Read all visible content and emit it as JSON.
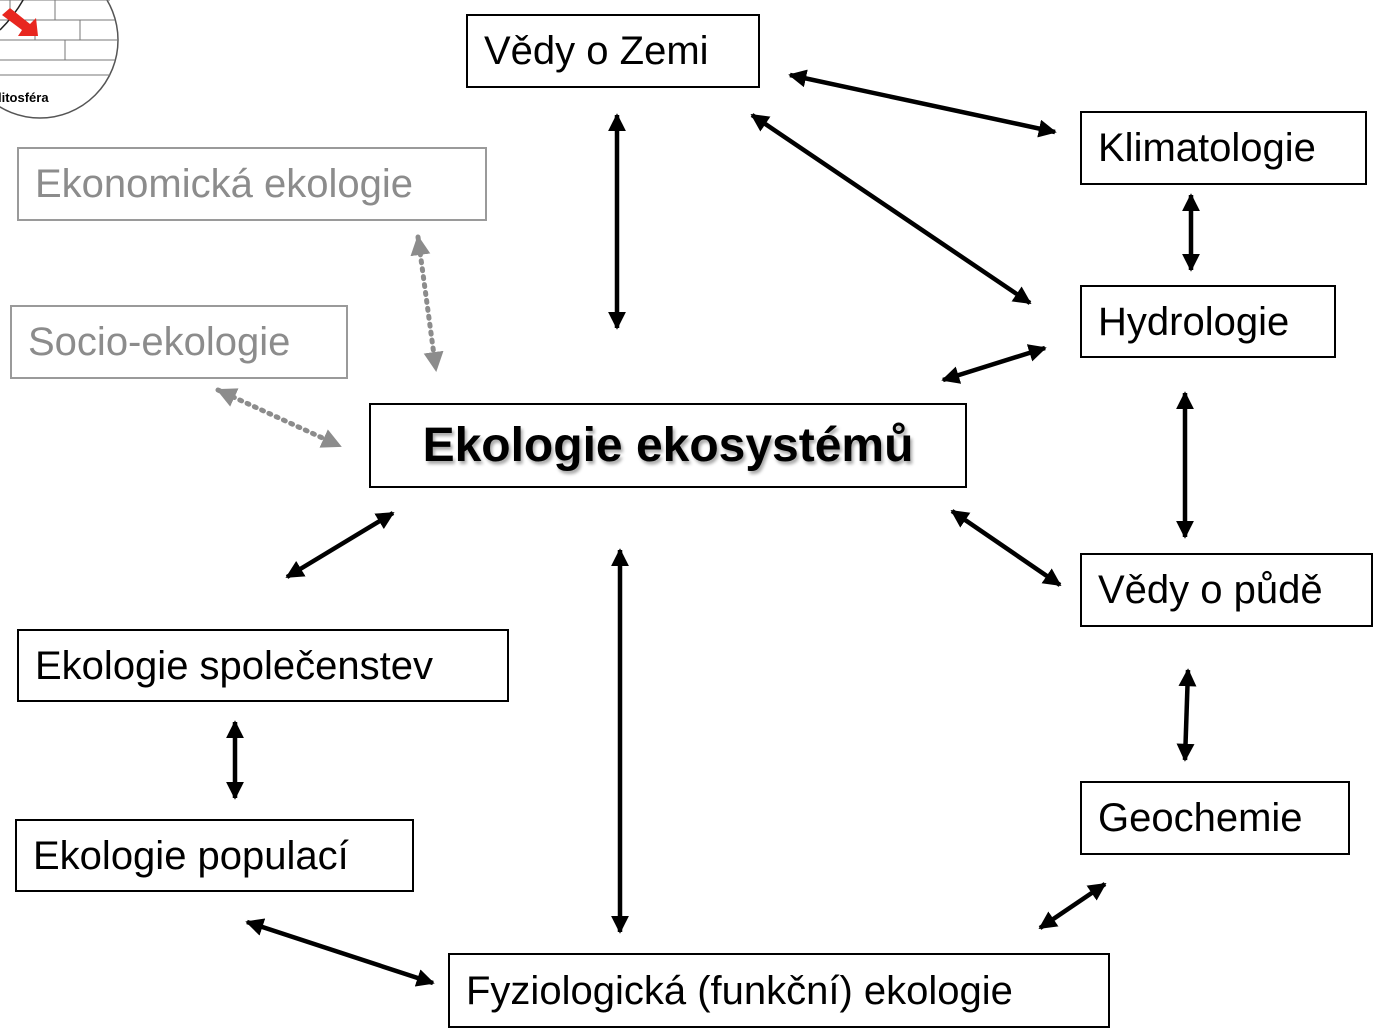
{
  "logo": {
    "label": "litosféra",
    "accent": "#e8261f"
  },
  "nodes": {
    "vedy_o_zemi": "Vědy o Zemi",
    "klimatologie": "Klimatologie",
    "hydrologie": "Hydrologie",
    "vedy_o_pude": "Vědy o půdě",
    "geochemie": "Geochemie",
    "ekonomicka_ekologie": "Ekonomická ekologie",
    "socio_ekologie": "Socio-ekologie",
    "ekologie_ekosystemu": "Ekologie ekosystémů",
    "ekologie_spolecenstev": "Ekologie společenstev",
    "ekologie_populaci": "Ekologie populací",
    "fyziologicka_ekologie": "Fyziologická (funkční) ekologie"
  },
  "colors": {
    "solid": "#000000",
    "dotted": "#8c8c8c"
  }
}
